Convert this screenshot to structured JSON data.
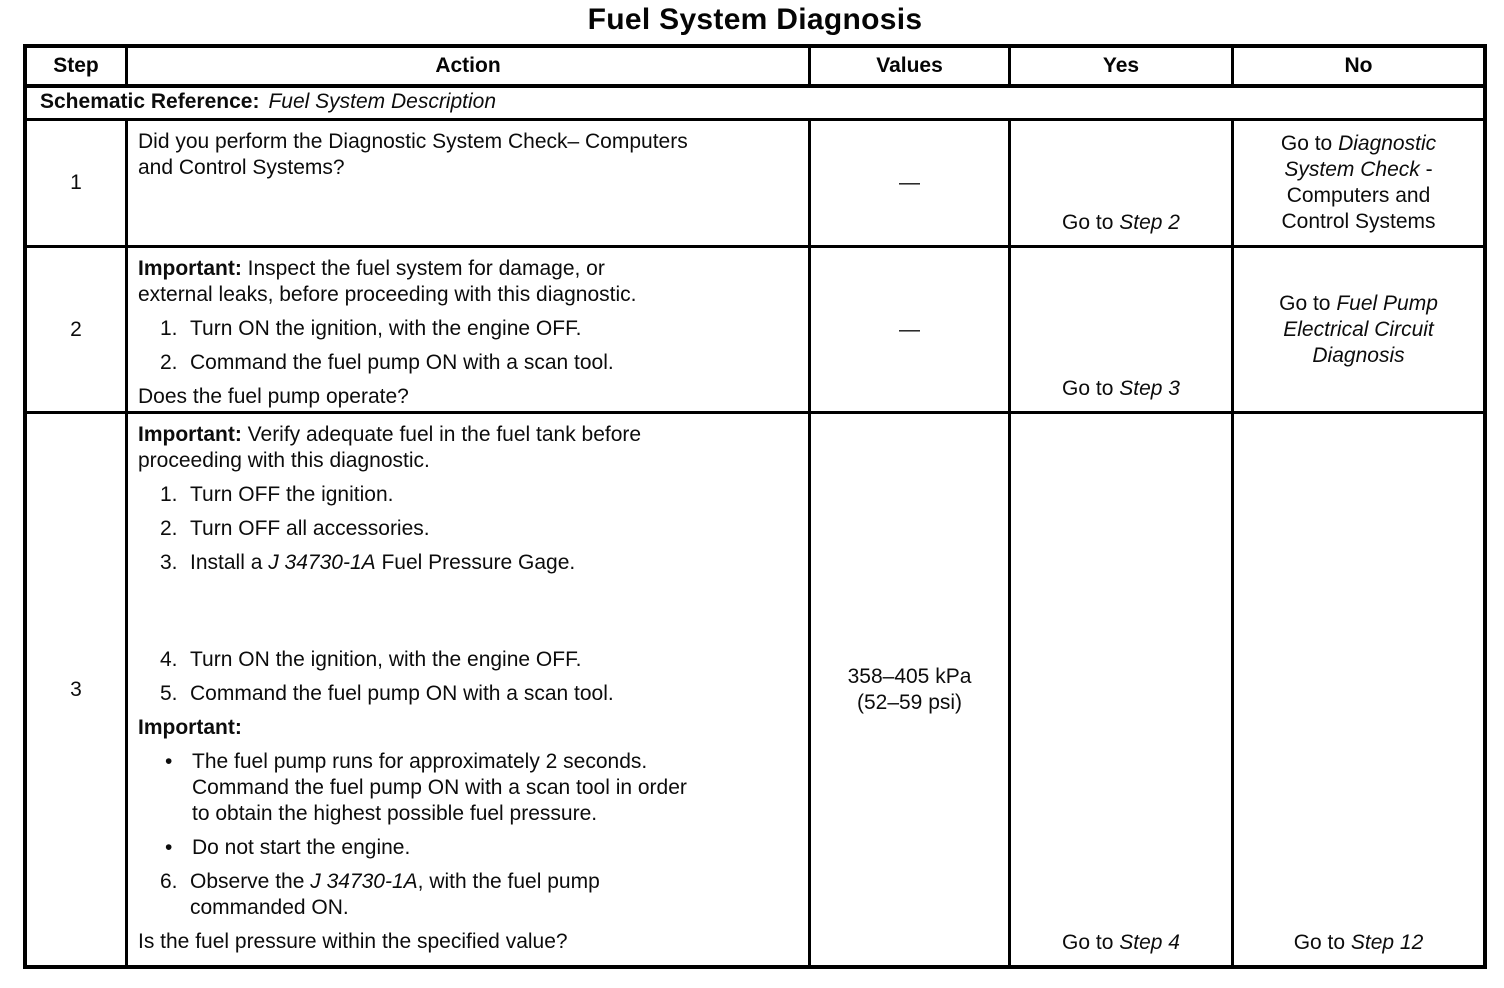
{
  "page": {
    "title": "Fuel System Diagnosis"
  },
  "colors": {
    "text": "#0c0c0c",
    "border": "#000000",
    "background": "#ffffff"
  },
  "table": {
    "bullet_glyph": "•",
    "headers": [
      "Step",
      "Action",
      "Values",
      "Yes",
      "No"
    ],
    "schematic_reference": {
      "label": "Schematic Reference:",
      "value": "Fuel System Description"
    },
    "rows": [
      {
        "step": "1",
        "action": [
          {
            "type": "p",
            "text": [
              {
                "t": "Did you perform the Diagnostic System Check– Computers",
                "s": "n"
              },
              {
                "br": true
              },
              {
                "t": "and Control Systems?",
                "s": "n"
              }
            ]
          }
        ],
        "values": [
          [
            {
              "t": "—",
              "s": "n"
            }
          ]
        ],
        "yes": [
          [
            {
              "t": "Go to ",
              "s": "n"
            },
            {
              "t": "Step 2",
              "s": "i"
            }
          ]
        ],
        "no": [
          [
            {
              "t": "Go to ",
              "s": "n"
            },
            {
              "t": "Diagnostic",
              "s": "i"
            }
          ],
          [
            {
              "t": "System Check",
              "s": "i"
            },
            {
              "t": " -",
              "s": "n"
            }
          ],
          [
            {
              "t": "Computers and",
              "s": "n"
            }
          ],
          [
            {
              "t": "Control Systems",
              "s": "n"
            }
          ]
        ]
      },
      {
        "step": "2",
        "action": [
          {
            "type": "p",
            "text": [
              {
                "t": "Important:",
                "s": "b"
              },
              {
                "t": " Inspect the fuel system for damage, or",
                "s": "n"
              },
              {
                "br": true
              },
              {
                "t": "external leaks, before proceeding with this diagnostic.",
                "s": "n"
              }
            ]
          },
          {
            "type": "li",
            "n": "1",
            "text": [
              {
                "t": "Turn ON the ignition, with the engine OFF.",
                "s": "n"
              }
            ]
          },
          {
            "type": "li",
            "n": "2",
            "text": [
              {
                "t": "Command the fuel pump ON with a scan tool.",
                "s": "n"
              }
            ]
          },
          {
            "type": "q",
            "text": [
              {
                "t": "Does the fuel pump operate?",
                "s": "n"
              }
            ]
          }
        ],
        "values": [
          [
            {
              "t": "—",
              "s": "n"
            }
          ]
        ],
        "yes": [
          [
            {
              "t": "Go to ",
              "s": "n"
            },
            {
              "t": "Step 3",
              "s": "i"
            }
          ]
        ],
        "no": [
          [
            {
              "t": "Go to ",
              "s": "n"
            },
            {
              "t": "Fuel Pump",
              "s": "i"
            }
          ],
          [
            {
              "t": "Electrical Circuit",
              "s": "i"
            }
          ],
          [
            {
              "t": "Diagnosis",
              "s": "i"
            }
          ]
        ]
      },
      {
        "step": "3",
        "action": [
          {
            "type": "p",
            "text": [
              {
                "t": "Important:",
                "s": "b"
              },
              {
                "t": " Verify adequate fuel in the fuel tank before",
                "s": "n"
              },
              {
                "br": true
              },
              {
                "t": "proceeding with this diagnostic.",
                "s": "n"
              }
            ]
          },
          {
            "type": "li",
            "n": "1",
            "text": [
              {
                "t": "Turn OFF the ignition.",
                "s": "n"
              }
            ]
          },
          {
            "type": "li",
            "n": "2",
            "text": [
              {
                "t": "Turn OFF all accessories.",
                "s": "n"
              }
            ]
          },
          {
            "type": "li",
            "n": "3",
            "text": [
              {
                "t": "Install a ",
                "s": "n"
              },
              {
                "t": "J 34730-1A",
                "s": "i"
              },
              {
                "t": " Fuel Pressure Gage.",
                "s": "n"
              }
            ]
          },
          {
            "type": "sp"
          },
          {
            "type": "li",
            "n": "4",
            "text": [
              {
                "t": "Turn ON the ignition, with the engine OFF.",
                "s": "n"
              }
            ]
          },
          {
            "type": "li",
            "n": "5",
            "text": [
              {
                "t": "Command the fuel pump ON with a scan tool.",
                "s": "n"
              }
            ]
          },
          {
            "type": "p",
            "text": [
              {
                "t": "Important:",
                "s": "b"
              }
            ]
          },
          {
            "type": "b",
            "text": [
              {
                "t": "The fuel pump runs for approximately 2 seconds.",
                "s": "n"
              },
              {
                "br": true
              },
              {
                "t": "Command the fuel pump ON with a scan tool in order",
                "s": "n"
              },
              {
                "br": true
              },
              {
                "t": "to obtain the highest possible fuel pressure.",
                "s": "n"
              }
            ]
          },
          {
            "type": "b",
            "text": [
              {
                "t": "Do not start the engine.",
                "s": "n"
              }
            ]
          },
          {
            "type": "li",
            "n": "6",
            "text": [
              {
                "t": "Observe the ",
                "s": "n"
              },
              {
                "t": "J 34730-1A",
                "s": "i"
              },
              {
                "t": ", with the fuel pump",
                "s": "n"
              },
              {
                "br": true
              },
              {
                "t": "commanded ON.",
                "s": "n"
              }
            ]
          },
          {
            "type": "q",
            "text": [
              {
                "t": "Is the fuel pressure within the specified value?",
                "s": "n"
              }
            ]
          }
        ],
        "values": [
          [
            {
              "t": "358–405 kPa",
              "s": "n"
            }
          ],
          [
            {
              "t": "(52–59 psi)",
              "s": "n"
            }
          ]
        ],
        "yes": [
          [
            {
              "t": "Go to ",
              "s": "n"
            },
            {
              "t": "Step 4",
              "s": "i"
            }
          ]
        ],
        "no": [
          [
            {
              "t": "Go to ",
              "s": "n"
            },
            {
              "t": "Step 12",
              "s": "i"
            }
          ]
        ]
      }
    ]
  }
}
